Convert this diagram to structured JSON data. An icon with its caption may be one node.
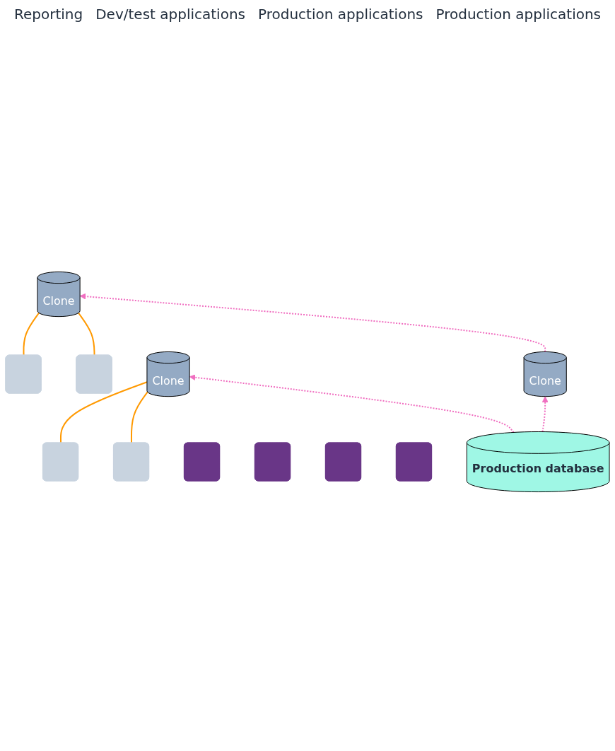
{
  "diagram": {
    "nodes": [
      {
        "text": [],
        "shape": "box"
      },
      {
        "text": [],
        "shape": "box"
      },
      {
        "text": [
          "Clone"
        ]
      },
      {
        "text": [],
        "shape": "box"
      },
      {
        "text": [],
        "shape": "box"
      },
      {
        "text": [
          "Clone"
        ]
      },
      {
        "text": [
          "Clone"
        ]
      },
      {
        "text": [],
        "shape": "box"
      },
      {
        "text": [],
        "shape": "box"
      },
      {
        "text": [],
        "shape": "box"
      },
      {
        "text": [],
        "shape": "box"
      },
      {
        "text": [
          "Production database"
        ]
      }
    ],
    "edges": [
      {
        "from": 0,
        "to": 2,
        "arrow": "none"
      },
      {
        "from": 1,
        "to": 2,
        "arrow": "none"
      },
      {
        "from": 3,
        "to": 5,
        "arrow": "none"
      },
      {
        "from": 4,
        "to": 5,
        "arrow": "none"
      },
      {
        "from": 11,
        "to": 5,
        "arrow": "to",
        "style": "dashed",
        "color": "#f06ec0"
      },
      {
        "from": 11,
        "to": 6,
        "arrow": "to",
        "style": "dashed",
        "color": "#f06ec0"
      },
      {
        "from": 6,
        "to": 2,
        "arrow": "to",
        "style": "dashed",
        "color": "#f06ec0"
      }
    ],
    "labels": [
      "Reporting",
      "Dev/test applications",
      "Production applications",
      "Production applications"
    ]
  }
}
